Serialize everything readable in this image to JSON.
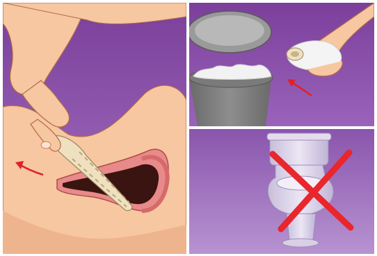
{
  "colors": {
    "background_purple": "#8a4fa8",
    "background_purple_light": "#b48ad0",
    "skin": "#f6c7a0",
    "skin_shadow": "#e9a982",
    "skin_outline": "#8a3f2a",
    "inner_tissue": "#e88a8a",
    "cavity": "#3a1410",
    "cup": "#efe0c0",
    "bin_gray": "#7c7c7c",
    "bin_lid": "#9a9a9a",
    "tissue_white": "#f2f2f2",
    "toilet": "#d8d0e6",
    "arrow_red": "#e0202a",
    "cross_red": "#e8262c",
    "divider": "#ffffff"
  },
  "panels": {
    "left": {
      "icon": "cup-removal-illustration"
    },
    "top_right": {
      "icon": "dispose-in-bin-illustration"
    },
    "bottom_right": {
      "icon": "no-toilet-flush-illustration"
    }
  }
}
